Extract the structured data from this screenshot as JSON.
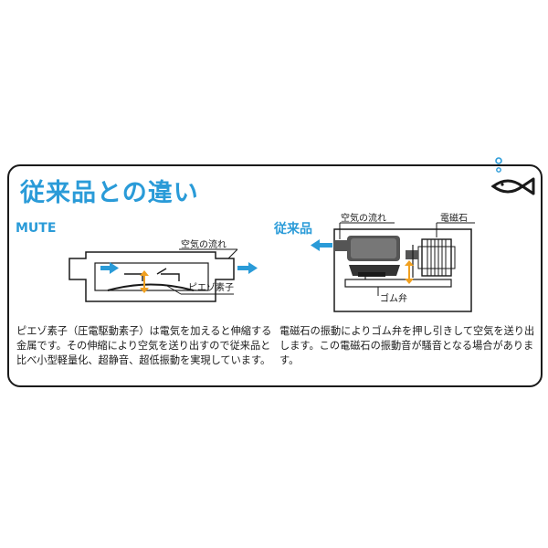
{
  "title": "従来品との違い",
  "mute": {
    "heading": "MUTE",
    "air_flow_label": "空気の流れ",
    "piezo_label": "ピエゾ素子",
    "description": "ピエゾ素子（圧電駆動素子）は電気を加えると伸縮する金属です。その伸縮により空気を送り出すので従来品と比べ小型軽量化、超静音、超低振動を実現しています。"
  },
  "conventional": {
    "heading": "従来品",
    "air_flow_label": "空気の流れ",
    "magnet_label": "電磁石",
    "rubber_valve_label": "ゴム弁",
    "description": "電磁石の振動によりゴム弁を押し引きして空気を送り出します。この電磁石の振動音が騒音となる場合があります。"
  },
  "colors": {
    "accent": "#2a9bd8",
    "arrow_blue": "#2a9bd8",
    "arrow_orange": "#f0a020",
    "ink": "#1a1a1a",
    "device_gray": "#555555"
  },
  "icons": [
    "fish-icon",
    "bubble-icon"
  ]
}
